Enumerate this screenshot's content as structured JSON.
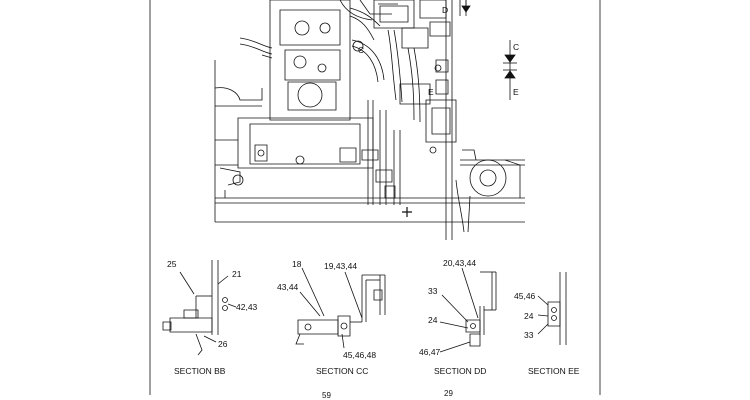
{
  "callouts": {
    "c_upper": "C",
    "e_upper": "E",
    "d_main": "D",
    "c_main": "C",
    "e_main": "E"
  },
  "sections": {
    "bb": {
      "title": "SECTION BB",
      "labels": [
        "25",
        "21",
        "42,43",
        "26"
      ]
    },
    "cc": {
      "title": "SECTION CC",
      "labels": [
        "18",
        "19,43,44",
        "43,44",
        "45,46,48"
      ]
    },
    "dd": {
      "title": "SECTION DD",
      "labels": [
        "20,43,44",
        "33",
        "24",
        "46,47"
      ]
    },
    "ee": {
      "title": "SECTION EE",
      "labels": [
        "45,46",
        "24",
        "33"
      ]
    }
  },
  "page_numbers": [
    "59",
    "29"
  ]
}
